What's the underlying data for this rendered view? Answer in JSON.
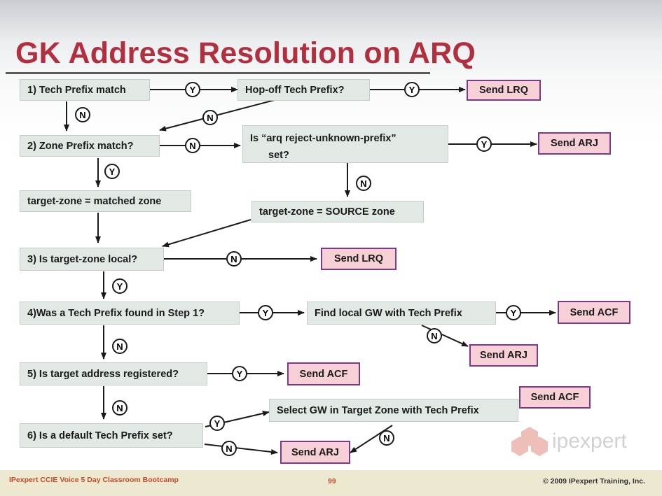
{
  "slide": {
    "title": "GK Address Resolution on ARQ"
  },
  "steps": {
    "tech_prefix_match": "1) Tech Prefix match",
    "hop_off": "Hop-off Tech Prefix?",
    "zone_prefix_match": "2) Zone Prefix match?",
    "arq_reject_line1": "Is “arq reject-unknown-prefix”",
    "arq_reject_line2": "set?",
    "target_zone_matched": "target-zone = matched zone",
    "target_zone_source": "target-zone = SOURCE zone",
    "target_zone_local": "3) Is target-zone local?",
    "tech_prefix_found": "4)Was a Tech Prefix found in Step 1?",
    "find_local_gw": "Find local GW with Tech Prefix",
    "target_registered": "5) Is target address registered?",
    "default_tech_prefix": "6) Is a default Tech Prefix set?",
    "select_gw": "Select GW in Target Zone with Tech Prefix"
  },
  "outcomes": {
    "send_lrq_1": "Send LRQ",
    "send_arj_1": "Send ARJ",
    "send_lrq_2": "Send LRQ",
    "send_acf_1": "Send ACF",
    "send_arj_2": "Send ARJ",
    "send_acf_2": "Send ACF",
    "send_acf_3": "Send ACF",
    "send_arj_3": "Send ARJ"
  },
  "decisions": {
    "yes": "Y",
    "no": "N"
  },
  "footer": {
    "course": "IPexpert CCIE Voice 5 Day Classroom Bootcamp",
    "page": "99",
    "copyright": "© 2009 IPexpert Training, Inc."
  },
  "logo": {
    "text": "ipexpert"
  },
  "colors": {
    "title": "#b03040",
    "box_fill": "#e2e8e4",
    "outcome_fill": "#f6d0d6",
    "outcome_border": "#7a3a8a"
  }
}
